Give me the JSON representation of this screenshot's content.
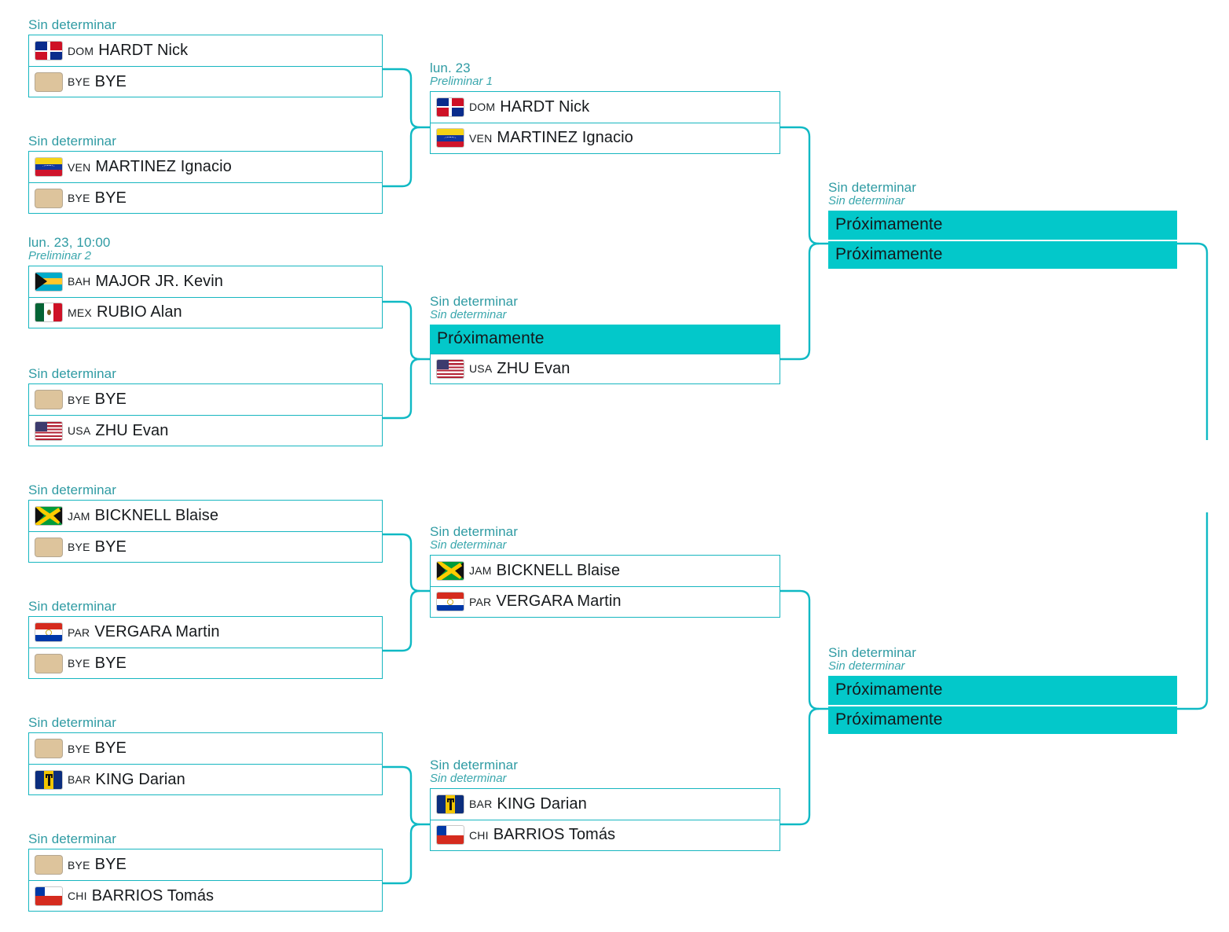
{
  "theme": {
    "accent": "#17b6c0",
    "soon_bg": "#03c8ca",
    "header_text": "#2f9ba3",
    "bye_swatch": "#ddc49c"
  },
  "labels": {
    "tbd": "Sin determinar",
    "coming_soon": "Próximamente",
    "bye": "BYE"
  },
  "rounds": [
    {
      "name": "round-1",
      "matches": [
        {
          "id": "r1-m1",
          "date": "Sin determinar",
          "round_label": "",
          "players": [
            {
              "noc": "DOM",
              "name": "HARDT Nick",
              "flag": "f-dom"
            },
            {
              "noc": "BYE",
              "name": "BYE",
              "flag": "bye"
            }
          ]
        },
        {
          "id": "r1-m2",
          "date": "Sin determinar",
          "round_label": "",
          "players": [
            {
              "noc": "VEN",
              "name": "MARTINEZ Ignacio",
              "flag": "f-ven"
            },
            {
              "noc": "BYE",
              "name": "BYE",
              "flag": "bye"
            }
          ]
        },
        {
          "id": "r1-m3",
          "date": "lun. 23, 10:00",
          "round_label": "Preliminar 2",
          "players": [
            {
              "noc": "BAH",
              "name": "MAJOR JR. Kevin",
              "flag": "f-bah"
            },
            {
              "noc": "MEX",
              "name": "RUBIO Alan",
              "flag": "f-mex"
            }
          ]
        },
        {
          "id": "r1-m4",
          "date": "Sin determinar",
          "round_label": "",
          "players": [
            {
              "noc": "BYE",
              "name": "BYE",
              "flag": "bye"
            },
            {
              "noc": "USA",
              "name": "ZHU Evan",
              "flag": "f-usa"
            }
          ]
        },
        {
          "id": "r1-m5",
          "date": "Sin determinar",
          "round_label": "",
          "players": [
            {
              "noc": "JAM",
              "name": "BICKNELL Blaise",
              "flag": "f-jam"
            },
            {
              "noc": "BYE",
              "name": "BYE",
              "flag": "bye"
            }
          ]
        },
        {
          "id": "r1-m6",
          "date": "Sin determinar",
          "round_label": "",
          "players": [
            {
              "noc": "PAR",
              "name": "VERGARA Martin",
              "flag": "f-par"
            },
            {
              "noc": "BYE",
              "name": "BYE",
              "flag": "bye"
            }
          ]
        },
        {
          "id": "r1-m7",
          "date": "Sin determinar",
          "round_label": "",
          "players": [
            {
              "noc": "BYE",
              "name": "BYE",
              "flag": "bye"
            },
            {
              "noc": "BAR",
              "name": "KING Darian",
              "flag": "f-bar"
            }
          ]
        },
        {
          "id": "r1-m8",
          "date": "Sin determinar",
          "round_label": "",
          "players": [
            {
              "noc": "BYE",
              "name": "BYE",
              "flag": "bye"
            },
            {
              "noc": "CHI",
              "name": "BARRIOS Tomás",
              "flag": "f-chi"
            }
          ]
        }
      ]
    },
    {
      "name": "round-2",
      "matches": [
        {
          "id": "r2-m1",
          "date": "lun. 23",
          "round_label": "Preliminar 1",
          "players": [
            {
              "noc": "DOM",
              "name": "HARDT Nick",
              "flag": "f-dom"
            },
            {
              "noc": "VEN",
              "name": "MARTINEZ Ignacio",
              "flag": "f-ven"
            }
          ]
        },
        {
          "id": "r2-m2",
          "date": "Sin determinar",
          "round_label": "Sin determinar",
          "players": [
            {
              "noc": "",
              "name": "Próximamente",
              "flag": "soon"
            },
            {
              "noc": "USA",
              "name": "ZHU Evan",
              "flag": "f-usa"
            }
          ]
        },
        {
          "id": "r2-m3",
          "date": "Sin determinar",
          "round_label": "Sin determinar",
          "players": [
            {
              "noc": "JAM",
              "name": "BICKNELL Blaise",
              "flag": "f-jam"
            },
            {
              "noc": "PAR",
              "name": "VERGARA Martin",
              "flag": "f-par"
            }
          ]
        },
        {
          "id": "r2-m4",
          "date": "Sin determinar",
          "round_label": "Sin determinar",
          "players": [
            {
              "noc": "BAR",
              "name": "KING Darian",
              "flag": "f-bar"
            },
            {
              "noc": "CHI",
              "name": "BARRIOS Tomás",
              "flag": "f-chi"
            }
          ]
        }
      ]
    },
    {
      "name": "round-3",
      "matches": [
        {
          "id": "r3-m1",
          "date": "Sin determinar",
          "round_label": "Sin determinar",
          "players": [
            {
              "noc": "",
              "name": "Próximamente",
              "flag": "soon"
            },
            {
              "noc": "",
              "name": "Próximamente",
              "flag": "soon"
            }
          ]
        },
        {
          "id": "r3-m2",
          "date": "Sin determinar",
          "round_label": "Sin determinar",
          "players": [
            {
              "noc": "",
              "name": "Próximamente",
              "flag": "soon"
            },
            {
              "noc": "",
              "name": "Próximamente",
              "flag": "soon"
            }
          ]
        }
      ]
    }
  ]
}
